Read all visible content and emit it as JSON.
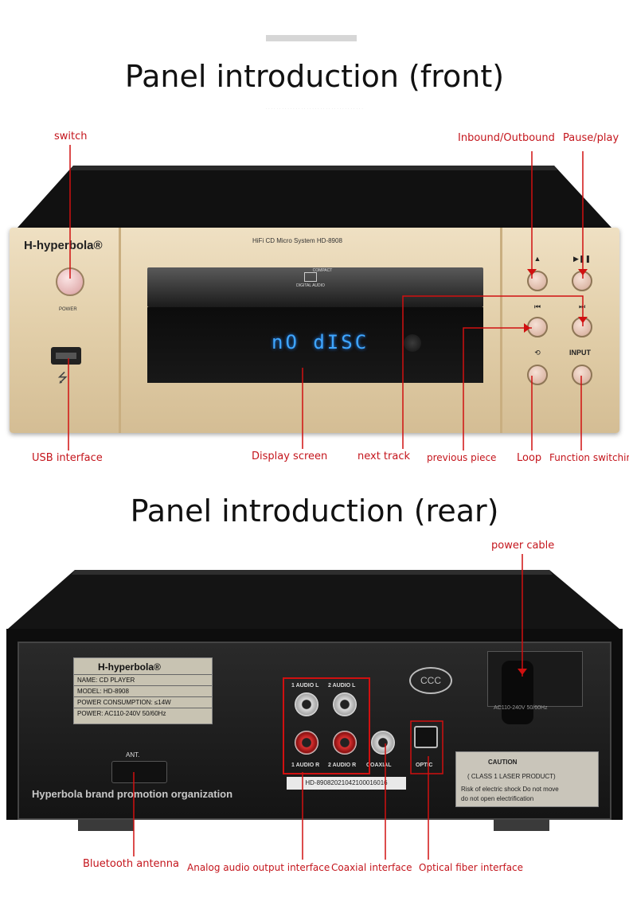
{
  "front": {
    "title": "Panel introduction (front)",
    "brand": "H-hyperbola®",
    "power_label": "POWER",
    "model_label": "HiFi CD Micro System HD-8908",
    "disc_logo_top": "COMPACT",
    "disc_logo_bottom": "DIGITAL AUDIO",
    "display_text": "nO dISC",
    "input_label": "INPUT",
    "callouts": {
      "switch": "switch",
      "inbound": "Inbound/Outbound",
      "pause_play": "Pause/play",
      "usb": "USB interface",
      "display": "Display screen",
      "next": "next track",
      "previous": "previous piece",
      "loop": "Loop",
      "function": "Function switching"
    }
  },
  "rear": {
    "title": "Panel introduction (rear)",
    "brand": "H-hyperbola®",
    "plate_rows": [
      "NAME: CD PLAYER",
      "MODEL: HD-8908",
      "POWER CONSUMPTION: ≤14W",
      "POWER: AC110-240V 50/60Hz"
    ],
    "brand_strip": "Hyperbola brand promotion organization",
    "audio_labels": [
      "1 AUDIO L",
      "2 AUDIO L",
      "1 AUDIO R",
      "2 AUDIO R"
    ],
    "coaxial_label": "COAXIAL",
    "optic_label": "OPTIC",
    "ant_label": "ANT.",
    "ccc_label": "CCC",
    "serial": "HD-89082021042100016016",
    "voltage": "AC110-240V 50/60Hz",
    "caution_title": "CAUTION",
    "caution_line1": "( CLASS 1 LASER PRODUCT)",
    "caution_line2": "Risk of electric shock  Do not move",
    "caution_line3": "do not open  electrification",
    "callouts": {
      "power_cable": "power cable",
      "bluetooth": "Bluetooth antenna",
      "analog": "Analog audio output interface",
      "coaxial": "Coaxial interface",
      "optical": "Optical fiber interface"
    }
  },
  "colors": {
    "callout_red": "#c4151c",
    "display_blue": "#3fa6ff",
    "panel_gold": "#e3d0ab"
  }
}
